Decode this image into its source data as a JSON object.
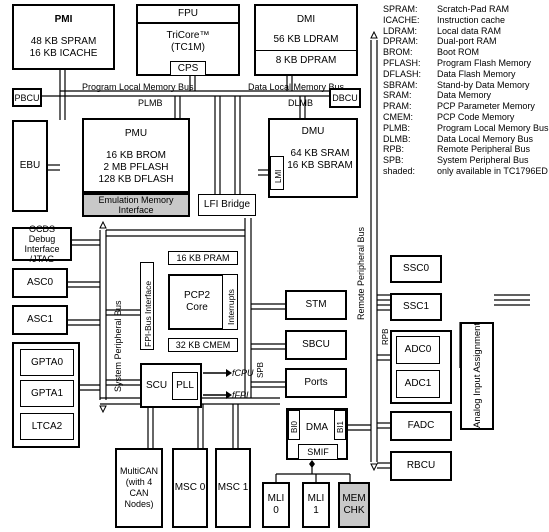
{
  "legend": [
    {
      "abbr": "SPRAM:",
      "desc": "Scratch-Pad RAM"
    },
    {
      "abbr": "ICACHE:",
      "desc": "Instruction cache"
    },
    {
      "abbr": "LDRAM:",
      "desc": "Local data RAM"
    },
    {
      "abbr": "DPRAM:",
      "desc": "Dual-port RAM"
    },
    {
      "abbr": "BROM:",
      "desc": "Boot ROM"
    },
    {
      "abbr": "PFLASH:",
      "desc": "Program Flash Memory"
    },
    {
      "abbr": "DFLASH:",
      "desc": "Data Flash Memory"
    },
    {
      "abbr": "SBRAM:",
      "desc": "Stand-by Data Memory"
    },
    {
      "abbr": "SRAM:",
      "desc": "Data Memory"
    },
    {
      "abbr": "PRAM:",
      "desc": "PCP Parameter Memory"
    },
    {
      "abbr": "CMEM:",
      "desc": "PCP Code Memory"
    },
    {
      "abbr": "PLMB:",
      "desc": "Program Local Memory Bus"
    },
    {
      "abbr": "DLMB:",
      "desc": "Data Local Memory Bus"
    },
    {
      "abbr": "RPB:",
      "desc": "Remote Peripheral Bus"
    },
    {
      "abbr": "SPB:",
      "desc": "System Peripheral Bus"
    },
    {
      "abbr": "shaded:",
      "desc": "only available in TC1796ED"
    }
  ],
  "pmi": {
    "title": "PMI",
    "line1": "48 KB SPRAM",
    "line2": "16 KB ICACHE"
  },
  "fpu": {
    "title": "FPU",
    "core": "TriCore™",
    "core2": "(TC1M)",
    "cps": "CPS"
  },
  "dmi": {
    "title": "DMI",
    "line1": "56 KB LDRAM",
    "line2": "8 KB DPRAM"
  },
  "pbcu": "PBCU",
  "dbcu": "DBCU",
  "plm_bus": "Program Local Memory Bus",
  "plmb": "PLMB",
  "dlm_bus": "Data Local Memory Bus",
  "dlmb": "DLMB",
  "ebu": "EBU",
  "pmu": {
    "title": "PMU",
    "line1": "16 KB BROM",
    "line2": "2 MB PFLASH",
    "line3": "128 KB DFLASH",
    "emu": "Emulation Memory Interface"
  },
  "dmu": {
    "title": "DMU",
    "lmi": "LMI",
    "line1": "64 KB SRAM",
    "line2": "16 KB SBRAM"
  },
  "lfi": "LFI Bridge",
  "ocds": "OCDS Debug Interface /JTAG",
  "asc0": "ASC0",
  "asc1": "ASC1",
  "gpta0": "GPTA0",
  "gpta1": "GPTA1",
  "ltca2": "LTCA2",
  "spb_label": "System Peripheral Bus",
  "fpi_if": "FPI-Bus Interface",
  "pram": "16 KB PRAM",
  "pcp2": "PCP2 Core",
  "interrupts": "Interrupts",
  "cmem": "32 KB CMEM",
  "scu": "SCU",
  "pll": "PLL",
  "fcpu": "fCPU",
  "ffpi": "fFPI",
  "stm": "STM",
  "sbcu": "SBCU",
  "ports": "Ports",
  "spb_short": "SPB",
  "bi0": "BI0",
  "bi1": "BI1",
  "dma": "DMA",
  "smif": "SMIF",
  "multican": "MultiCAN (with 4 CAN Nodes)",
  "msc0": "MSC 0",
  "msc1": "MSC 1",
  "mli0": "MLI 0",
  "mli1": "MLI 1",
  "memchk": "MEM CHK",
  "rpb_label": "Remote Peripheral Bus",
  "rpb_short": "RPB",
  "ssc0": "SSC0",
  "ssc1": "SSC1",
  "adc0": "ADC0",
  "adc1": "ADC1",
  "fadc": "FADC",
  "rbcu": "RBCU",
  "analog": "Analog Input Assignment"
}
